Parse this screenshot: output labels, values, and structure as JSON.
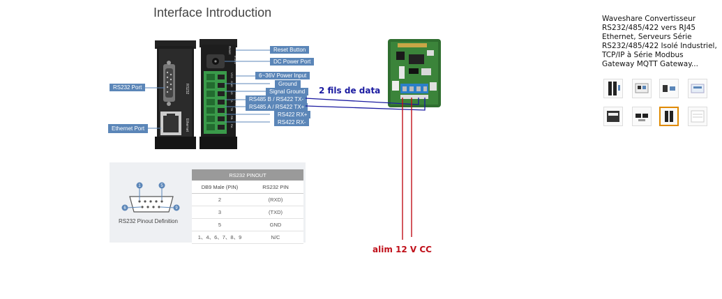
{
  "page": {
    "title": "Interface Introduction"
  },
  "device_labels": {
    "reset_button": "Reset Button",
    "dc_power_port": "DC Power Port",
    "power_input": "6~36V Power Input",
    "ground": "Ground",
    "signal_ground": "Signal Ground",
    "rs485_b": "RS485 B / RS422 TX-",
    "rs485_a": "RS485 A / RS422 TX+",
    "rs422_rx_plus": "RS422 RX+",
    "rs422_rx_minus": "RS422 RX-",
    "rs232_port": "RS232 Port",
    "ethernet_port": "Ethernet Port"
  },
  "device_text": {
    "rs232": "RS232",
    "ethernet": "Ethernet",
    "reset": "Reset",
    "v_range": "6-36V",
    "vcc": "VCC",
    "gnd": "GND",
    "sg": "SG",
    "ta": "TA",
    "tb": "TB",
    "rb": "RB",
    "ra": "RA",
    "rs485_rs422": "RS485/RS422"
  },
  "annotations": {
    "data_wires": "2 fils de data",
    "power": "alim 12 V CC"
  },
  "pinout": {
    "table_title": "RS232 PINOUT",
    "headers": [
      "DB9 Male (PIN)",
      "RS232 PIN"
    ],
    "rows": [
      [
        "2",
        "(RXD)"
      ],
      [
        "3",
        "(TXD)"
      ],
      [
        "5",
        "GND"
      ],
      [
        "1、4、6、7、8、9",
        "N/C"
      ]
    ],
    "definition_label": "RS232 Pinout Definition",
    "pin_numbers": [
      "1",
      "5",
      "6",
      "9"
    ]
  },
  "product": {
    "title": "Waveshare Convertisseur RS232/485/422 vers RJ45 Ethernet, Serveurs Série RS232/485/422 Isolé Industriel, TCP/IP à Série Modbus Gateway MQTT Gateway...",
    "thumbnails": [
      "thumb-1",
      "thumb-2",
      "thumb-3",
      "thumb-4",
      "thumb-5",
      "thumb-6",
      "thumb-7",
      "thumb-8"
    ],
    "selected_thumbnail": 7,
    "selected_color": "#e08a00"
  },
  "colors": {
    "label_bg": "#5b86b8",
    "data_wire": "#1a1aa0",
    "power_wire": "#c0101a",
    "terminal_green": "#3a9a4a"
  }
}
